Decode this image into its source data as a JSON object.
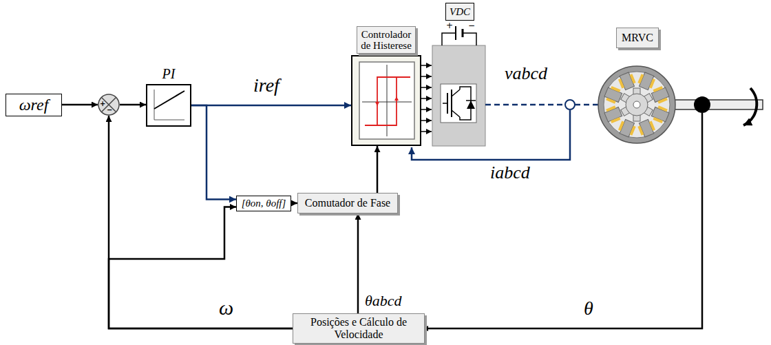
{
  "diagram": {
    "nodes": [
      {
        "text": [
          "ωref"
        ]
      },
      {
        "text": [
          "+",
          "−"
        ]
      },
      {
        "text": [
          "PI"
        ]
      },
      {
        "text": [
          "Controlador de Histerese"
        ]
      },
      {
        "text": [
          "VDC"
        ]
      },
      {
        "text": [
          "MRVC"
        ]
      },
      {
        "text": [
          "[θon, θoff]"
        ]
      },
      {
        "text": [
          "Comutador de Fase"
        ]
      },
      {
        "text": [
          "Posições e Cálculo de Velocidade"
        ]
      }
    ],
    "edges": [
      {
        "from": 0,
        "to": 1,
        "arrow": "to"
      },
      {
        "from": 1,
        "to": 2,
        "arrow": "to"
      },
      {
        "from": 2,
        "to": 3,
        "arrow": "to",
        "label": "iref"
      },
      {
        "from": 2,
        "to": 6,
        "arrow": "to"
      },
      {
        "from": 6,
        "to": 7,
        "arrow": "to"
      },
      {
        "from": 7,
        "to": 3,
        "arrow": "to"
      },
      {
        "from": 8,
        "to": 7,
        "arrow": "to",
        "label": "θabcd"
      },
      {
        "from": 8,
        "to": 1,
        "arrow": "to",
        "label": "ω"
      },
      {
        "from": 8,
        "to": 6,
        "arrow": "to"
      }
    ],
    "labels": [
      "+",
      "−",
      "vabcd",
      "iabcd",
      "θ"
    ]
  }
}
